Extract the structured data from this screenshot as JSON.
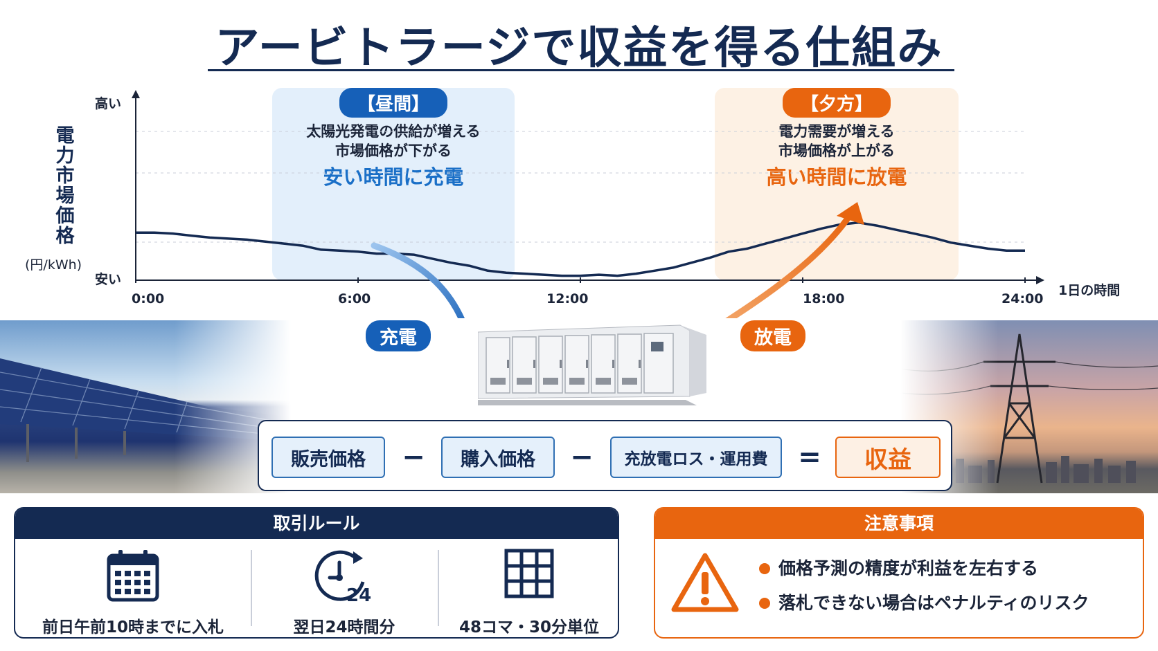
{
  "title": "アービトラージで収益を得る仕組み",
  "axis": {
    "y_label": "電力市場価格",
    "y_unit": "(円/kWh)",
    "y_high": "高い",
    "y_low": "安い",
    "x_label": "1日の時間",
    "x_ticks": [
      "0:00",
      "6:00",
      "12:00",
      "18:00",
      "24:00"
    ]
  },
  "day_panel": {
    "tag": "【昼間】",
    "line1": "太陽光発電の供給が増える",
    "line2": "市場価格が下がる",
    "emphasis": "安い時間に充電"
  },
  "evening_panel": {
    "tag": "【夕方】",
    "line1": "電力需要が増える",
    "line2": "市場価格が上がる",
    "emphasis": "高い時間に放電"
  },
  "flows": {
    "charge": "充電",
    "discharge": "放電"
  },
  "formula": {
    "term1": "販売価格",
    "op1": "−",
    "term2": "購入価格",
    "op2": "−",
    "term3": "充放電ロス・運用費",
    "eq": "=",
    "result": "収益"
  },
  "rules": {
    "heading": "取引ルール",
    "items": [
      {
        "label": "前日午前10時までに入札",
        "icon": "calendar-icon"
      },
      {
        "label": "翌日24時間分",
        "icon": "clock-24-icon",
        "icon_text": "24"
      },
      {
        "label": "48コマ・30分単位",
        "icon": "grid-icon"
      }
    ]
  },
  "notes": {
    "heading": "注意事項",
    "icon": "warning-icon",
    "items": [
      "価格予測の精度が利益を左右する",
      "落札できない場合はペナルティのリスク"
    ]
  },
  "colors": {
    "navy": "#142a52",
    "blue": "#1660b8",
    "orange": "#e8650f",
    "light_blue": "#e3effb",
    "light_orange": "#fdf1e4"
  },
  "chart_data": {
    "type": "line",
    "xlabel": "1日の時間",
    "ylabel": "電力市場価格",
    "xlim": [
      0,
      24
    ],
    "ylim": [
      0,
      1
    ],
    "x_ticks": [
      0,
      6,
      12,
      18,
      24
    ],
    "grid": true,
    "series": [
      {
        "x": [
          0,
          0.5,
          1,
          1.5,
          2,
          2.5,
          3,
          3.5,
          4,
          4.5,
          5,
          5.5,
          6,
          6.5,
          7,
          7.5,
          8,
          8.5,
          9,
          9.5,
          10,
          10.5,
          11,
          11.5,
          12,
          12.5,
          13,
          13.5,
          14,
          14.5,
          15,
          15.5,
          16,
          16.5,
          17,
          17.5,
          18,
          18.5,
          19,
          19.5,
          20,
          20.5,
          21,
          21.5,
          22,
          22.5,
          23,
          23.5,
          24
        ],
        "values": [
          0.44,
          0.44,
          0.43,
          0.41,
          0.39,
          0.38,
          0.37,
          0.35,
          0.33,
          0.31,
          0.27,
          0.26,
          0.25,
          0.23,
          0.23,
          0.22,
          0.18,
          0.14,
          0.11,
          0.06,
          0.04,
          0.03,
          0.02,
          0.01,
          0.01,
          0.02,
          0.01,
          0.03,
          0.06,
          0.09,
          0.14,
          0.19,
          0.25,
          0.28,
          0.33,
          0.38,
          0.43,
          0.48,
          0.52,
          0.54,
          0.51,
          0.47,
          0.43,
          0.39,
          0.34,
          0.31,
          0.28,
          0.26,
          0.26
        ]
      }
    ]
  }
}
